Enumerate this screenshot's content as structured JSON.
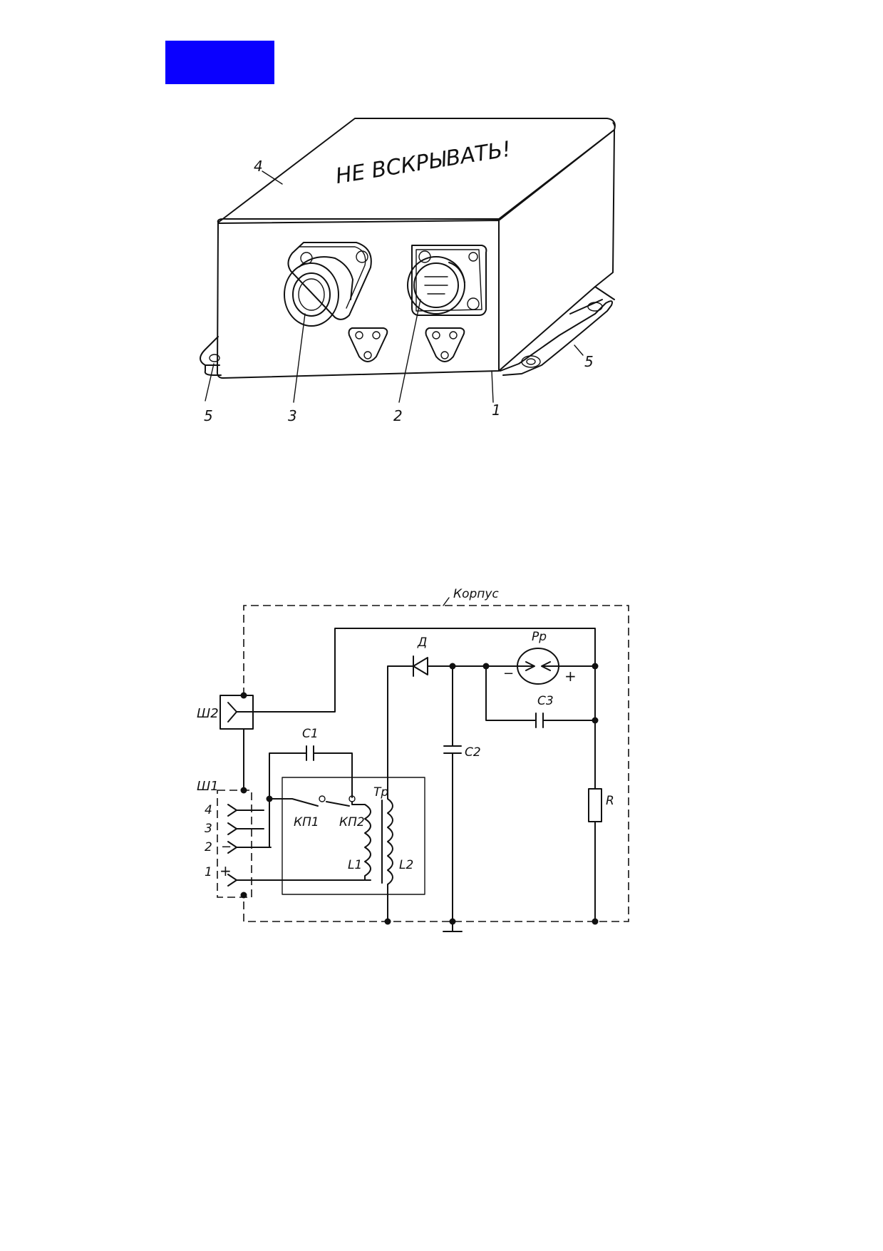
{
  "colors": {
    "marker": "#0a00ff",
    "ink": "#111111"
  },
  "device_drawing": {
    "lid_inscription": "НЕ ВСКРЫВАТЬ!",
    "callouts": {
      "housing": "1",
      "connector_socket": "2",
      "connector_plug": "3",
      "lid": "4",
      "mount_left": "5",
      "mount_right": "5"
    }
  },
  "schematic": {
    "enclosure_label": "Корпус",
    "connector_w2": "Ш2",
    "connector_w1": "Ш1",
    "pins": [
      "4",
      "3",
      "2",
      "1"
    ],
    "pin_sign_minus": "−",
    "pin_sign_plus": "+",
    "capacitor_c1": "C1",
    "capacitor_c2": "C2",
    "capacitor_c3": "C3",
    "transformer": "Тр",
    "contact_kp1": "КП1",
    "contact_kp2": "КП2",
    "coil_l1": "L1",
    "coil_l2": "L2",
    "diode": "Д",
    "gap_arrester": "Рр",
    "arrester_minus": "−",
    "arrester_plus": "+",
    "resistor": "R"
  }
}
